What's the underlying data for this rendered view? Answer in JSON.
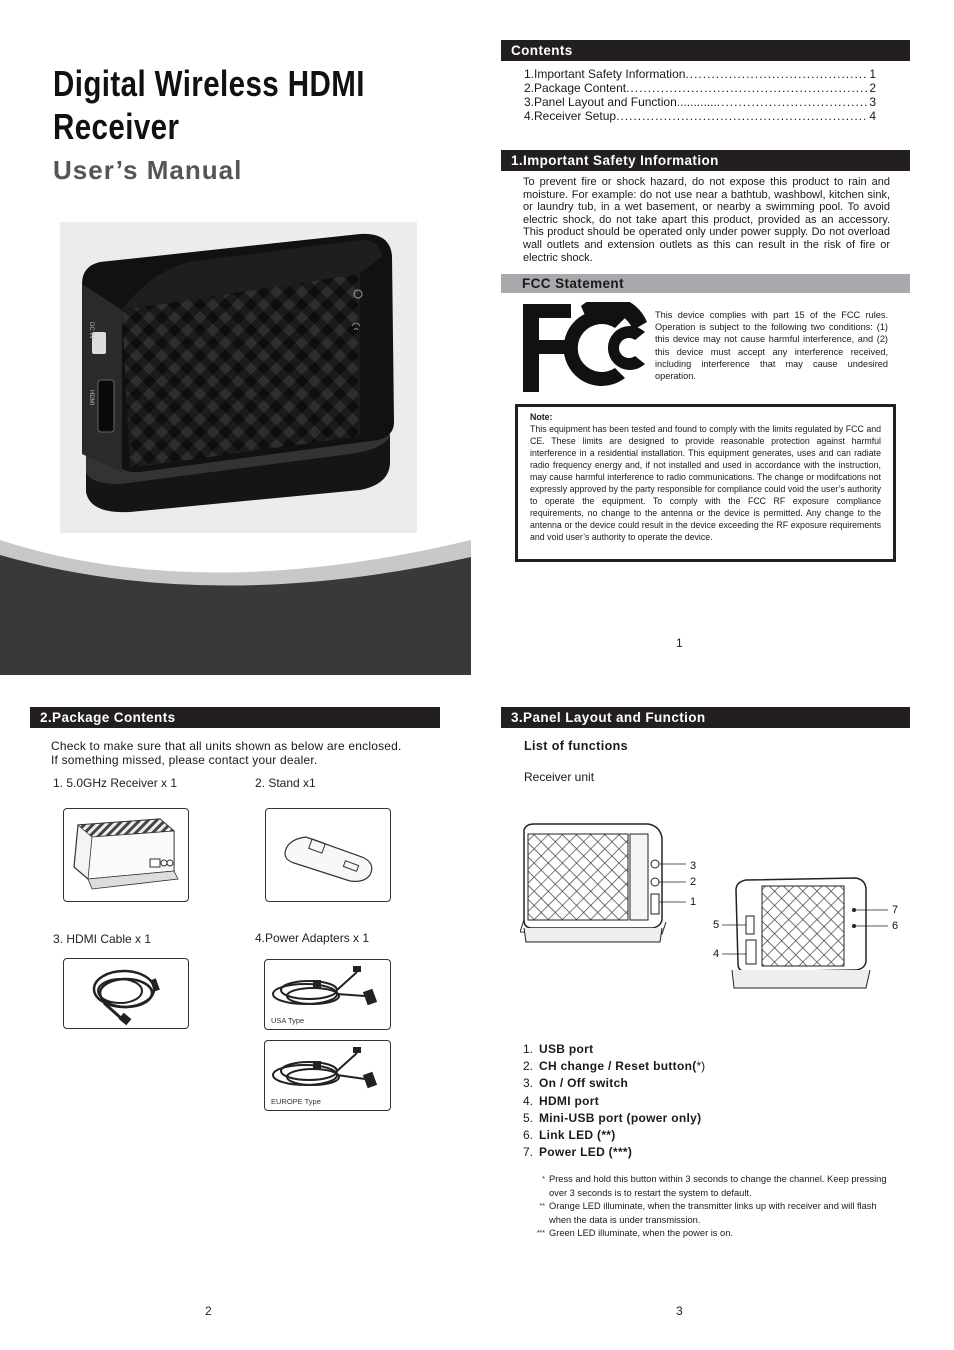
{
  "cover": {
    "title_line1": "Digital  Wireless  HDMI",
    "title_line2": "Receiver",
    "subtitle": "User’s Manual",
    "device_port_labels": [
      "DC IN",
      "HDMI"
    ]
  },
  "contents": {
    "heading": "Contents",
    "items": [
      {
        "label": "1.Important Safety Information",
        "page": "1"
      },
      {
        "label": "2.Package Content",
        "page": "2"
      },
      {
        "label": "3.Panel Layout and Function............ ",
        "page": "3"
      },
      {
        "label": "4.Receiver Setup",
        "page": "4"
      }
    ]
  },
  "safety": {
    "heading": "1.Important Safety Information",
    "text": "To prevent fire or shock hazard, do not expose this product to rain and moisture. For example: do not use near a bathtub, washbowl, kitchen sink, or laundry tub, in a wet basement, or nearby a swimming pool. To avoid electric shock, do not take apart this product, provided as an accessory. This product should be operated only under power supply. Do not overload wall outlets and extension outlets as this can result in the risk of fire or electric shock."
  },
  "fcc": {
    "heading": "FCC Statement",
    "text": "This device complies with part 15 of the FCC rules. Operation is subject to the following two conditions: (1) this device may not cause harmful interference, and (2) this device must accept any interference received, including interference that may cause undesired operation.",
    "note_title": "Note:",
    "note_text": "This equipment has been tested and found to comply with the limits regulated by FCC and CE. These limits are designed to provide reasonable protection against harmful interference in a residential installation. This equipment generates, uses and can radiate radio frequency energy and, if not installed and used in accordance with the instruction, may cause harmful interference to radio communications. The change or modifcations not expressly approved by the party responsible for compliance could void the user’s authority to operate the equipment. To comply with the FCC RF exposure compliance requirements, no change to the antenna or the device is permitted. Any change to the antenna or the device could result in the device exceeding the RF exposure requirements and void user’s authority to operate the device."
  },
  "page_numbers": {
    "p1": "1",
    "p2": "2",
    "p3": "3"
  },
  "package": {
    "heading": "2.Package Contents",
    "intro_line1": "Check to make sure that all units shown as below are enclosed.",
    "intro_line2": "If something missed, please contact your dealer.",
    "items": [
      {
        "label": "1. 5.0GHz Receiver x 1"
      },
      {
        "label": "2. Stand x1"
      },
      {
        "label": "3. HDMI Cable  x 1"
      },
      {
        "label": "4.Power Adapters x 1"
      }
    ],
    "usa_type": "USA Type",
    "europe_type": "EUROPE Type"
  },
  "panel": {
    "heading": "3.Panel Layout and Function",
    "subheading": "List of functions",
    "unit_label": "Receiver unit",
    "callouts": [
      "1",
      "2",
      "3",
      "4",
      "5",
      "6",
      "7"
    ],
    "functions": [
      {
        "num": "1.",
        "label": "USB port",
        "suffix": ""
      },
      {
        "num": "2.",
        "label": "CH change / Reset button(",
        "suffix": "*)"
      },
      {
        "num": "3.",
        "label": "On / Off switch",
        "suffix": ""
      },
      {
        "num": "4.",
        "label": "HDMI port",
        "suffix": ""
      },
      {
        "num": "5.",
        "label": "Mini-USB port (power only)",
        "suffix": ""
      },
      {
        "num": "6.",
        "label": "Link LED (**)",
        "suffix": ""
      },
      {
        "num": "7.",
        "label": "Power LED (***)",
        "suffix": ""
      }
    ],
    "footnotes": [
      {
        "mark": "*",
        "text": "Press and hold this button within 3 seconds to change the channel. Keep pressing over 3 seconds is to restart the system to default."
      },
      {
        "mark": "**",
        "text": "Orange LED illuminate, when the transmitter links up with receiver and will flash when the data is under transmission."
      },
      {
        "mark": "***",
        "text": "Green LED illuminate, when the power is on."
      }
    ]
  },
  "colors": {
    "bar_dark": "#231f20",
    "bar_grey": "#a7a9ac",
    "cover_dark": "#3a3839"
  }
}
